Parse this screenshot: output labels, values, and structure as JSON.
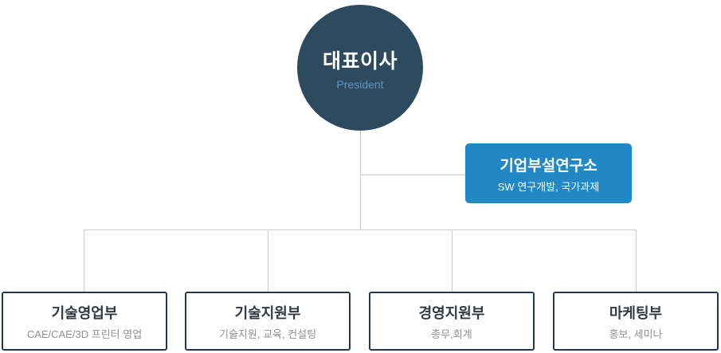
{
  "org_chart": {
    "root": {
      "title": "대표이사",
      "subtitle": "President"
    },
    "research": {
      "title": "기업부설연구소",
      "subtitle": "SW 연구개발, 국가과제"
    },
    "departments": [
      {
        "title": "기술영업부",
        "subtitle": "CAE/CAE/3D 프린터 영업"
      },
      {
        "title": "기술지원부",
        "subtitle": "기술지원, 교육, 컨설팅"
      },
      {
        "title": "경영지원부",
        "subtitle": "총무,회계"
      },
      {
        "title": "마케팅부",
        "subtitle": "홍보, 세미나"
      }
    ],
    "colors": {
      "root_circle": "#2d4a5f",
      "root_subtitle_text": "#6094c4",
      "research_box": "#2187c5",
      "dept_box_border": "#1e3a52",
      "connector_line": "#cccccc",
      "dept_title_text": "#333740",
      "dept_subtitle_text": "#909090"
    }
  }
}
